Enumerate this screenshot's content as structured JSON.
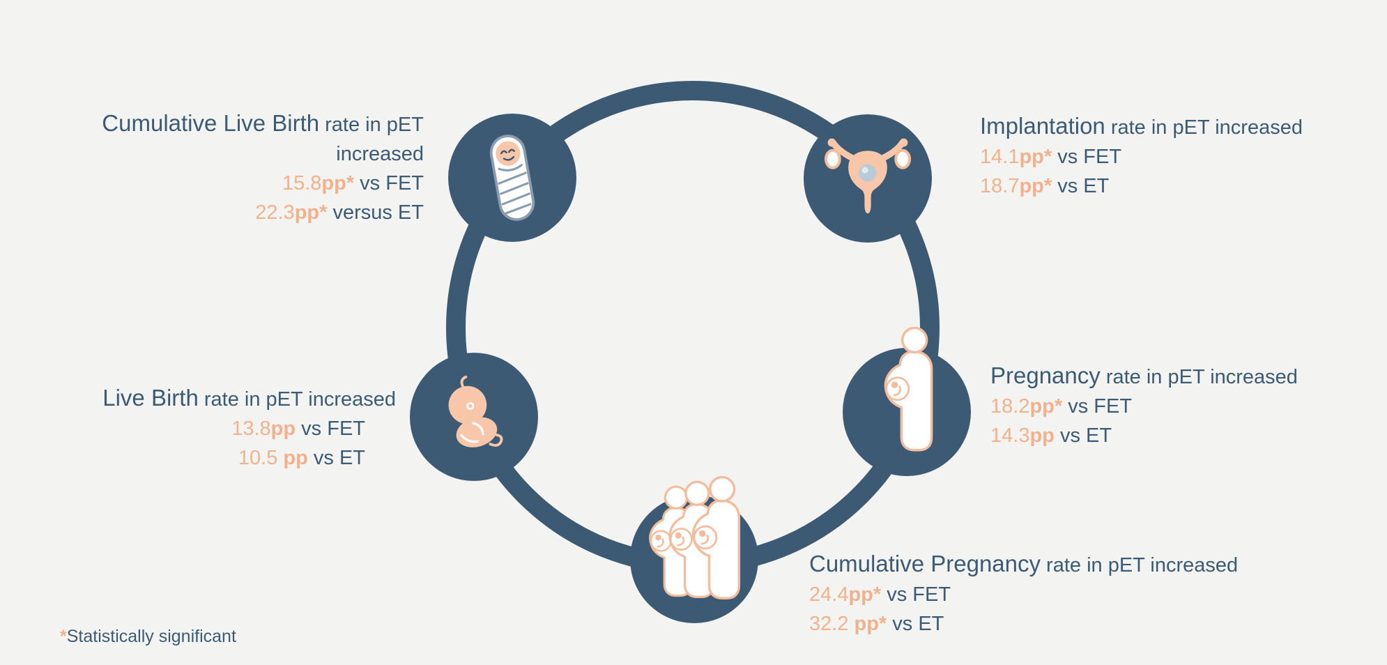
{
  "colors": {
    "bg": "#f3f4f2",
    "navy": "#3d5a74",
    "peach": "#f2b18d",
    "peachLight": "#f8c7a9",
    "peachStroke": "#f3bd9d",
    "outlineBlue": "#8a9cb0",
    "blastocyst": "#b9cad9"
  },
  "footnote": {
    "star": "*",
    "text": "Statistically significant"
  },
  "nodes": [
    {
      "id": "cumulative-live-birth",
      "icon": "swaddled-baby-icon",
      "lead": "Cumulative Live Birth",
      "rest": " rate in pET",
      "line2": "increased",
      "stats": [
        {
          "value": "15.8",
          "unit": "pp*",
          "comparison": " vs FET"
        },
        {
          "value": "22.3",
          "unit": "pp*",
          "comparison": " versus ET"
        }
      ]
    },
    {
      "id": "implantation",
      "icon": "uterus-icon",
      "lead": "Implantation",
      "rest": " rate in pET increased",
      "line2": "",
      "stats": [
        {
          "value": "14.1",
          "unit": "pp*",
          "comparison": " vs FET"
        },
        {
          "value": "18.7",
          "unit": "pp*",
          "comparison": " vs ET"
        }
      ]
    },
    {
      "id": "pregnancy",
      "icon": "pregnant-woman-icon",
      "lead": "Pregnancy",
      "rest": " rate in pET increased",
      "line2": "",
      "stats": [
        {
          "value": "18.2",
          "unit": "pp*",
          "comparison": " vs FET"
        },
        {
          "value": "14.3",
          "unit": "pp",
          "comparison": " vs ET"
        }
      ]
    },
    {
      "id": "cumulative-pregnancy",
      "icon": "three-pregnant-women-icon",
      "lead": "Cumulative Pregnancy",
      "rest": " rate in pET increased",
      "line2": "",
      "stats": [
        {
          "value": "24.4",
          "unit": "pp*",
          "comparison": " vs FET"
        },
        {
          "value": "32.2 ",
          "unit": "pp*",
          "comparison": " vs ET"
        }
      ]
    },
    {
      "id": "live-birth",
      "icon": "fetus-icon",
      "lead": "Live Birth",
      "rest": " rate in pET increased",
      "line2": "",
      "stats": [
        {
          "value": "13.8",
          "unit": "pp",
          "comparison": " vs FET"
        },
        {
          "value": "10.5 ",
          "unit": "pp",
          "comparison": " vs ET"
        }
      ]
    }
  ]
}
